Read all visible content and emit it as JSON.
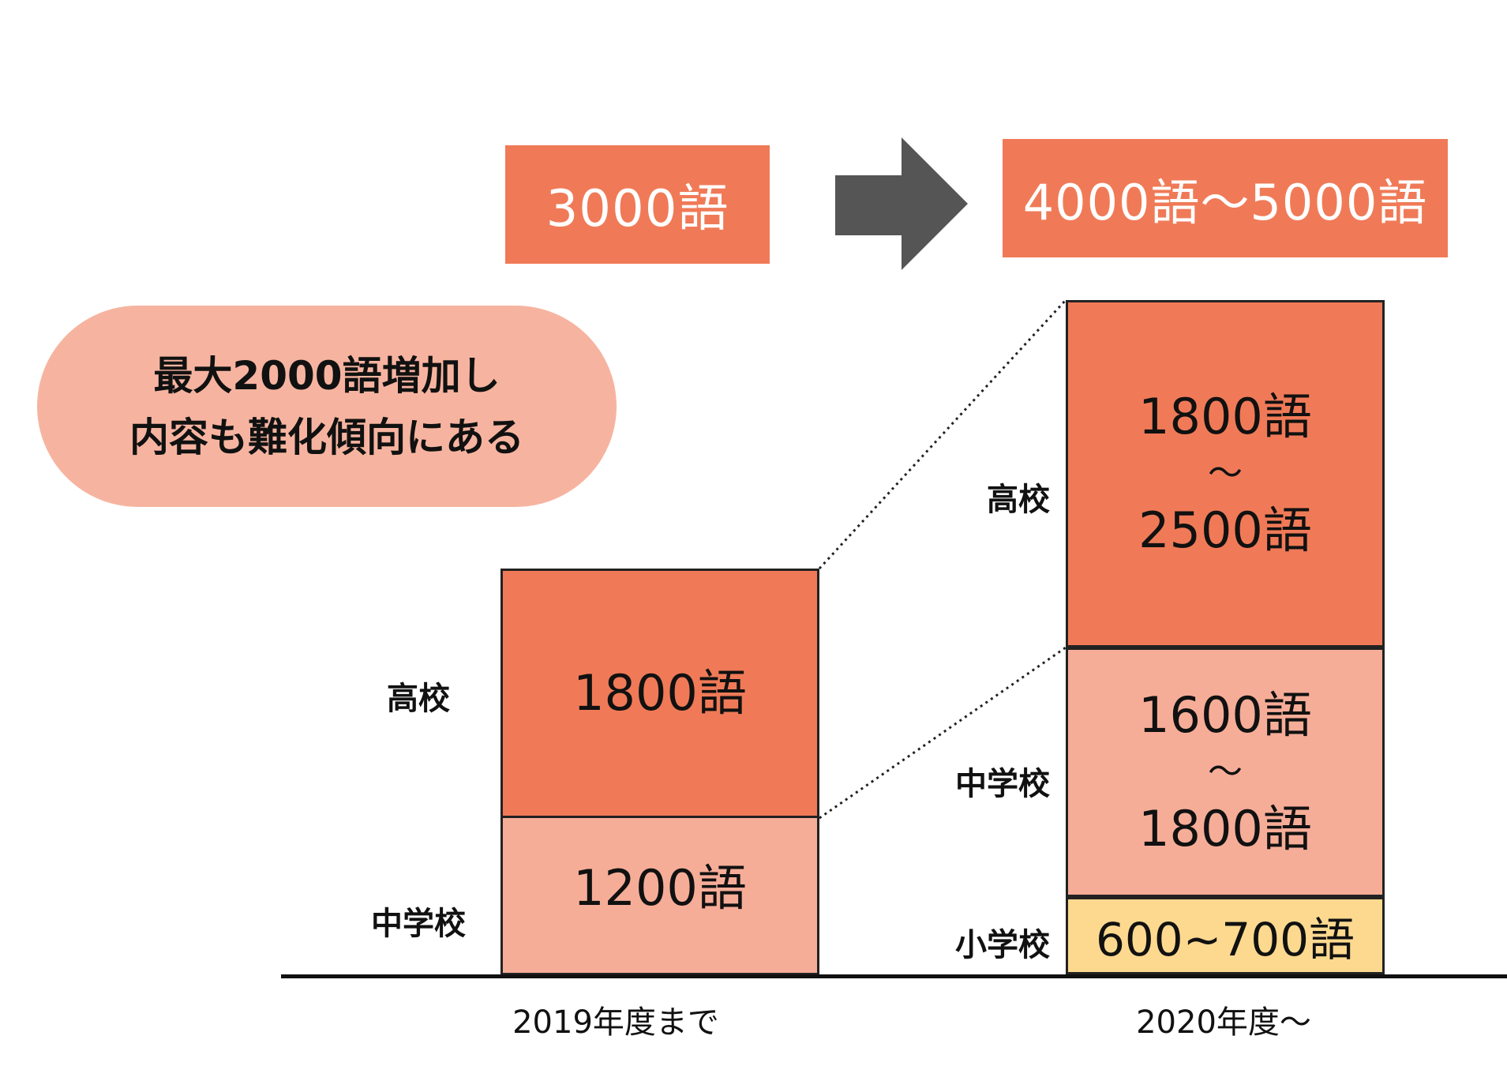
{
  "header": {
    "before_total": "3000語",
    "after_total": "4000語～5000語"
  },
  "callout": {
    "line1": "最大2000語増加し",
    "line2": "内容も難化傾向にある"
  },
  "before": {
    "period": "2019年度まで",
    "high_school": {
      "label": "高校",
      "value": "1800語"
    },
    "middle_school": {
      "label": "中学校",
      "value": "1200語"
    }
  },
  "after": {
    "period": "2020年度～",
    "high_school": {
      "label": "高校",
      "value_from": "1800語",
      "tilde": "～",
      "value_to": "2500語"
    },
    "middle_school": {
      "label": "中学校",
      "value_from": "1600語",
      "tilde": "～",
      "value_to": "1800語"
    },
    "elementary_school": {
      "label": "小学校",
      "value": "600~700語"
    }
  },
  "colors": {
    "accent": "#f07a57",
    "light_accent": "#f6ad98",
    "pill": "#f6b4a0",
    "elementary": "#fdd98f",
    "arrow": "#555555"
  },
  "icons": {
    "transition": "right-arrow-icon"
  }
}
